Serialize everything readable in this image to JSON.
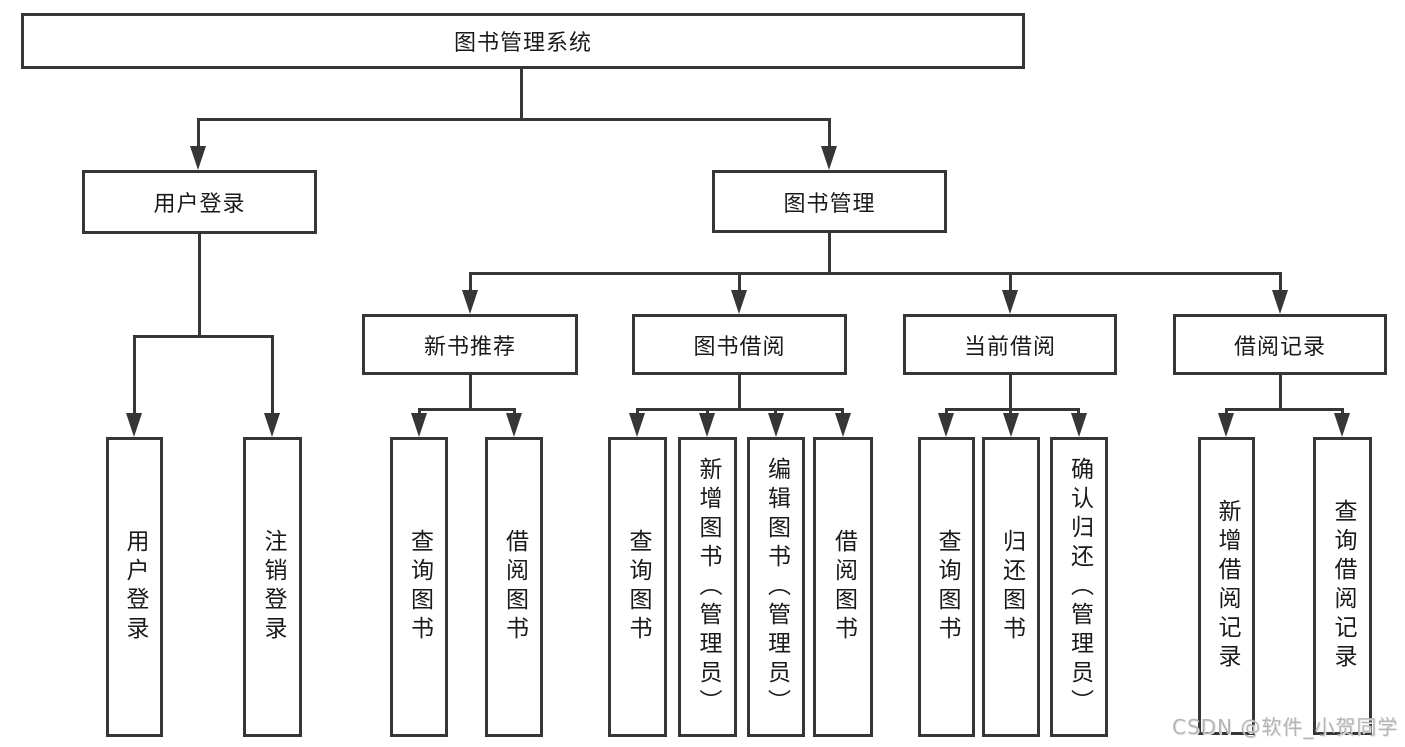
{
  "diagram": {
    "type": "hierarchy-tree",
    "title": "图书管理系统",
    "watermark": "CSDN @软件_小贺同学",
    "colors": {
      "background": "#ffffff",
      "line": "#363636",
      "text": "#1a1a1a",
      "watermark": "#b5b5b5"
    },
    "root": {
      "label": "图书管理系统",
      "children": [
        {
          "label": "用户登录",
          "children": [
            {
              "label": "用户登录"
            },
            {
              "label": "注销登录"
            }
          ]
        },
        {
          "label": "图书管理",
          "children": [
            {
              "label": "新书推荐",
              "children": [
                {
                  "label": "查询图书"
                },
                {
                  "label": "借阅图书"
                }
              ]
            },
            {
              "label": "图书借阅",
              "children": [
                {
                  "label": "查询图书"
                },
                {
                  "label": "新增图书（管理员）"
                },
                {
                  "label": "编辑图书（管理员）"
                },
                {
                  "label": "借阅图书"
                }
              ]
            },
            {
              "label": "当前借阅",
              "children": [
                {
                  "label": "查询图书"
                },
                {
                  "label": "归还图书"
                },
                {
                  "label": "确认归还（管理员）"
                }
              ]
            },
            {
              "label": "借阅记录",
              "children": [
                {
                  "label": "新增借阅记录"
                },
                {
                  "label": "查询借阅记录"
                }
              ]
            }
          ]
        }
      ]
    }
  }
}
